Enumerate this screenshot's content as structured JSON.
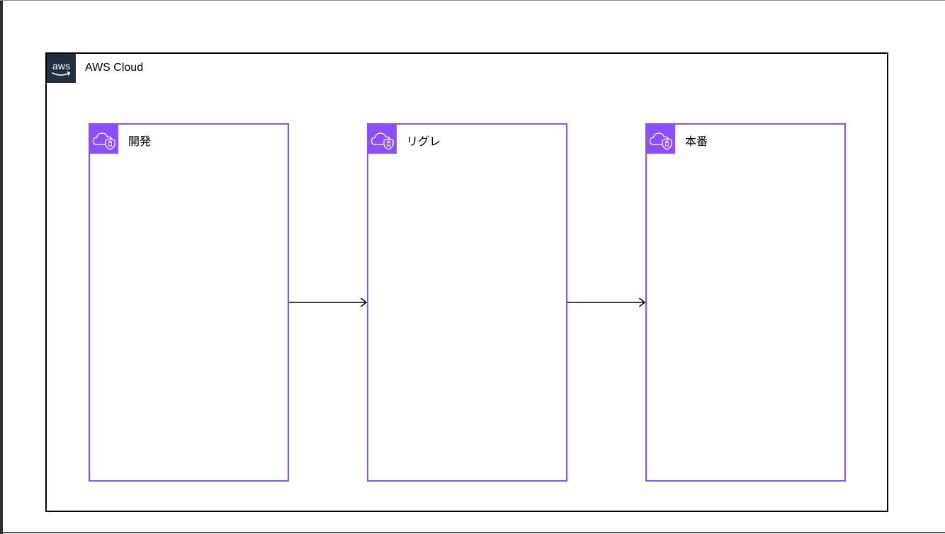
{
  "diagram": {
    "cloud": {
      "title": "AWS Cloud",
      "logo_text": "aws",
      "icon": "aws-logo-icon",
      "border_color": "#000000",
      "logo_background": "#232f3e"
    },
    "accounts": [
      {
        "label": "開発",
        "icon": "account-cloud-shield-icon"
      },
      {
        "label": "リグレ",
        "icon": "account-cloud-shield-icon"
      },
      {
        "label": "本番",
        "icon": "account-cloud-shield-icon"
      }
    ],
    "account_color": "#8c4fff",
    "connections": [
      {
        "from": "開発",
        "to": "リグレ"
      },
      {
        "from": "リグレ",
        "to": "本番"
      }
    ]
  }
}
